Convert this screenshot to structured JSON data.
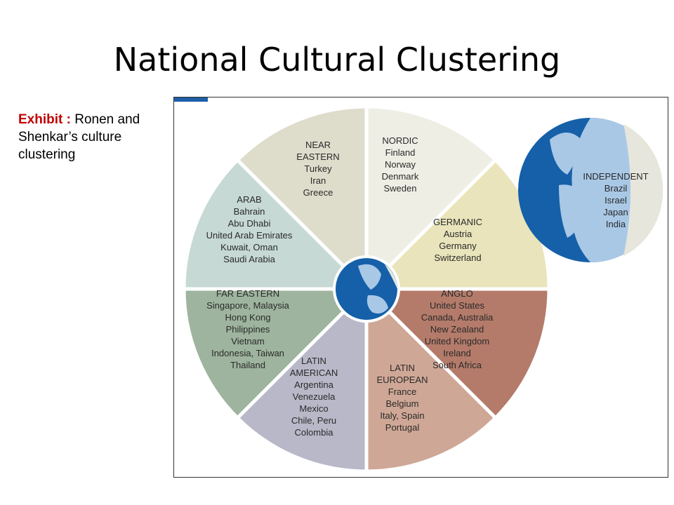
{
  "title": "National Cultural Clustering",
  "caption": {
    "label": "Exhibit :",
    "text": " Ronen and Shenkar’s culture clustering"
  },
  "clusters": [
    {
      "name": "NEAR EASTERN",
      "countries": [
        "Turkey",
        "Iran",
        "Greece"
      ],
      "color": "#dedccb"
    },
    {
      "name": "NORDIC",
      "countries": [
        "Finland",
        "Norway",
        "Denmark",
        "Sweden"
      ],
      "color": "#efeee4"
    },
    {
      "name": "GERMANIC",
      "countries": [
        "Austria",
        "Germany",
        "Switzerland"
      ],
      "color": "#e9e4bb"
    },
    {
      "name": "ANGLO",
      "countries": [
        "United States",
        "Canada, Australia",
        "New Zealand",
        "United Kingdom",
        "Ireland",
        "South Africa"
      ],
      "color": "#b47b6a"
    },
    {
      "name": "LATIN EUROPEAN",
      "countries": [
        "France",
        "Belgium",
        "Italy, Spain",
        "Portugal"
      ],
      "color": "#cfa796"
    },
    {
      "name": "LATIN AMERICAN",
      "countries": [
        "Argentina",
        "Venezuela",
        "Mexico",
        "Chile, Peru",
        "Colombia"
      ],
      "color": "#b8b8c8"
    },
    {
      "name": "FAR EASTERN",
      "countries": [
        "Singapore, Malaysia",
        "Hong Kong",
        "Philippines",
        "Vietnam",
        "Indonesia, Taiwan",
        "Thailand"
      ],
      "color": "#9eb49e"
    },
    {
      "name": "ARAB",
      "countries": [
        "Bahrain",
        "Abu Dhabi",
        "United Arab Emirates",
        "Kuwait, Oman",
        "Saudi Arabia"
      ],
      "color": "#c6d9d4"
    }
  ],
  "independent": {
    "name": "INDEPENDENT",
    "countries": [
      "Brazil",
      "Israel",
      "Japan",
      "India"
    ]
  },
  "colors": {
    "globe_ocean": "#1560a8",
    "globe_land": "#a9c8e6",
    "globe_light": "#e6e6dc",
    "tab": "#1f5fa8",
    "exhibit_label": "#c00000"
  },
  "icons": [
    "globe-center-icon",
    "globe-independent-icon"
  ]
}
